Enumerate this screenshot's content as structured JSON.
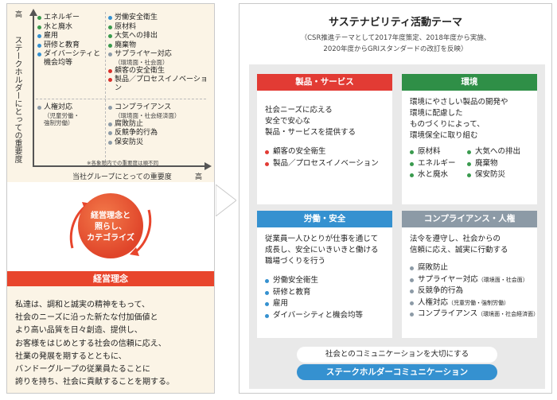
{
  "matrix": {
    "y_axis_label": "ステークホルダーにとっての重要度",
    "y_high": "高",
    "x_axis_label": "当社グループにとっての重要度",
    "x_high": "高",
    "note": "※各象限内での重要度は順不同",
    "top_left": [
      {
        "label": "エネルギー",
        "color": "#3a9a4e"
      },
      {
        "label": "水と廃水",
        "color": "#3a9a4e"
      },
      {
        "label": "雇用",
        "color": "#3591d0"
      },
      {
        "label": "研修と教育",
        "color": "#3591d0"
      },
      {
        "label": "ダイバーシティと",
        "label2": "機会均等",
        "color": "#3591d0"
      }
    ],
    "top_right": [
      {
        "label": "労働安全衛生",
        "color": "#3591d0"
      },
      {
        "label": "原材料",
        "color": "#3a9a4e"
      },
      {
        "label": "大気への排出",
        "color": "#3a9a4e"
      },
      {
        "label": "廃棄物",
        "color": "#3a9a4e"
      },
      {
        "label": "サプライヤー対応",
        "sub": "（環境面・社会面）",
        "color": "#8c9aa6"
      },
      {
        "label": "顧客の安全衛生",
        "color": "#d9302b"
      },
      {
        "label": "製品／プロセスイノベーション",
        "color": "#d9302b"
      }
    ],
    "bottom_left": [
      {
        "label": "人権対応",
        "sub1": "（児童労働・",
        "sub2": "強制労働）",
        "color": "#8c9aa6"
      }
    ],
    "bottom_right": [
      {
        "label": "コンプライアンス",
        "sub": "（環境面・社会経済面）",
        "color": "#8c9aa6"
      },
      {
        "label": "腐敗防止",
        "color": "#8c9aa6"
      },
      {
        "label": "反競争的行為",
        "color": "#8c9aa6"
      },
      {
        "label": "保安防災",
        "color": "#8c9aa6"
      }
    ]
  },
  "circle": {
    "line1": "経営理念と",
    "line2": "照らし、",
    "line3": "カテゴライズ"
  },
  "rinen": {
    "title": "経営理念",
    "lines": [
      "私達は、調和と誠実の精神をもって、",
      "社会のニーズに沿った新たな付加価値と",
      "より高い品質を日々創造、提供し、",
      "お客様をはじめとする社会の信頼に応え、",
      "社業の発展を期するとともに、",
      "バンドーグループの従業員たることに",
      "誇りを持ち、社会に貢献することを期する。"
    ]
  },
  "themes": {
    "title": "サステナビリティ活動テーマ",
    "subtitle1": "（CSR推進テーマとして2017年度策定、2018年度から実施、",
    "subtitle2": "2020年度からGRIスタンダードの改訂を反映）",
    "cards": [
      {
        "title": "製品・サービス",
        "color": "#e23b34",
        "desc": [
          "社会ニーズに応える",
          "安全で安心な",
          "製品・サービスを提供する"
        ],
        "items": [
          "顧客の安全衛生",
          "製品／プロセスイノベーション"
        ]
      },
      {
        "title": "環境",
        "color": "#2f8f47",
        "desc": [
          "環境にやさしい製品の開発や",
          "環境に配慮した",
          "ものづくりによって、",
          "環境保全に取り組む"
        ],
        "items": [
          "原材料",
          "大気への排出",
          "エネルギー",
          "廃棄物",
          "水と廃水",
          "保安防災"
        ]
      },
      {
        "title": "労働・安全",
        "color": "#3591d0",
        "desc": [
          "従業員一人ひとりが仕事を通じて",
          "成長し、安全にいきいきと働ける",
          "職場づくりを行う"
        ],
        "items": [
          "労働安全衛生",
          "研修と教育",
          "雇用",
          "ダイバーシティと機会均等"
        ]
      },
      {
        "title": "コンプライアンス・人権",
        "color": "#8c9aa6",
        "desc": [
          "法令を遵守し、社会からの",
          "信頼に応え、誠実に行動する"
        ],
        "items": [
          {
            "label": "腐敗防止"
          },
          {
            "label": "サプライヤー対応",
            "sub": "（環境面・社会面）"
          },
          {
            "label": "反競争的行為"
          },
          {
            "label": "人権対応",
            "sub": "（児童労働・強制労働）"
          },
          {
            "label": "コンプライアンス",
            "sub": "（環境面・社会経済面）"
          }
        ]
      }
    ],
    "comm_text": "社会とのコミュニケーションを大切にする",
    "comm_bar": "ステークホルダーコミュニケーション"
  }
}
